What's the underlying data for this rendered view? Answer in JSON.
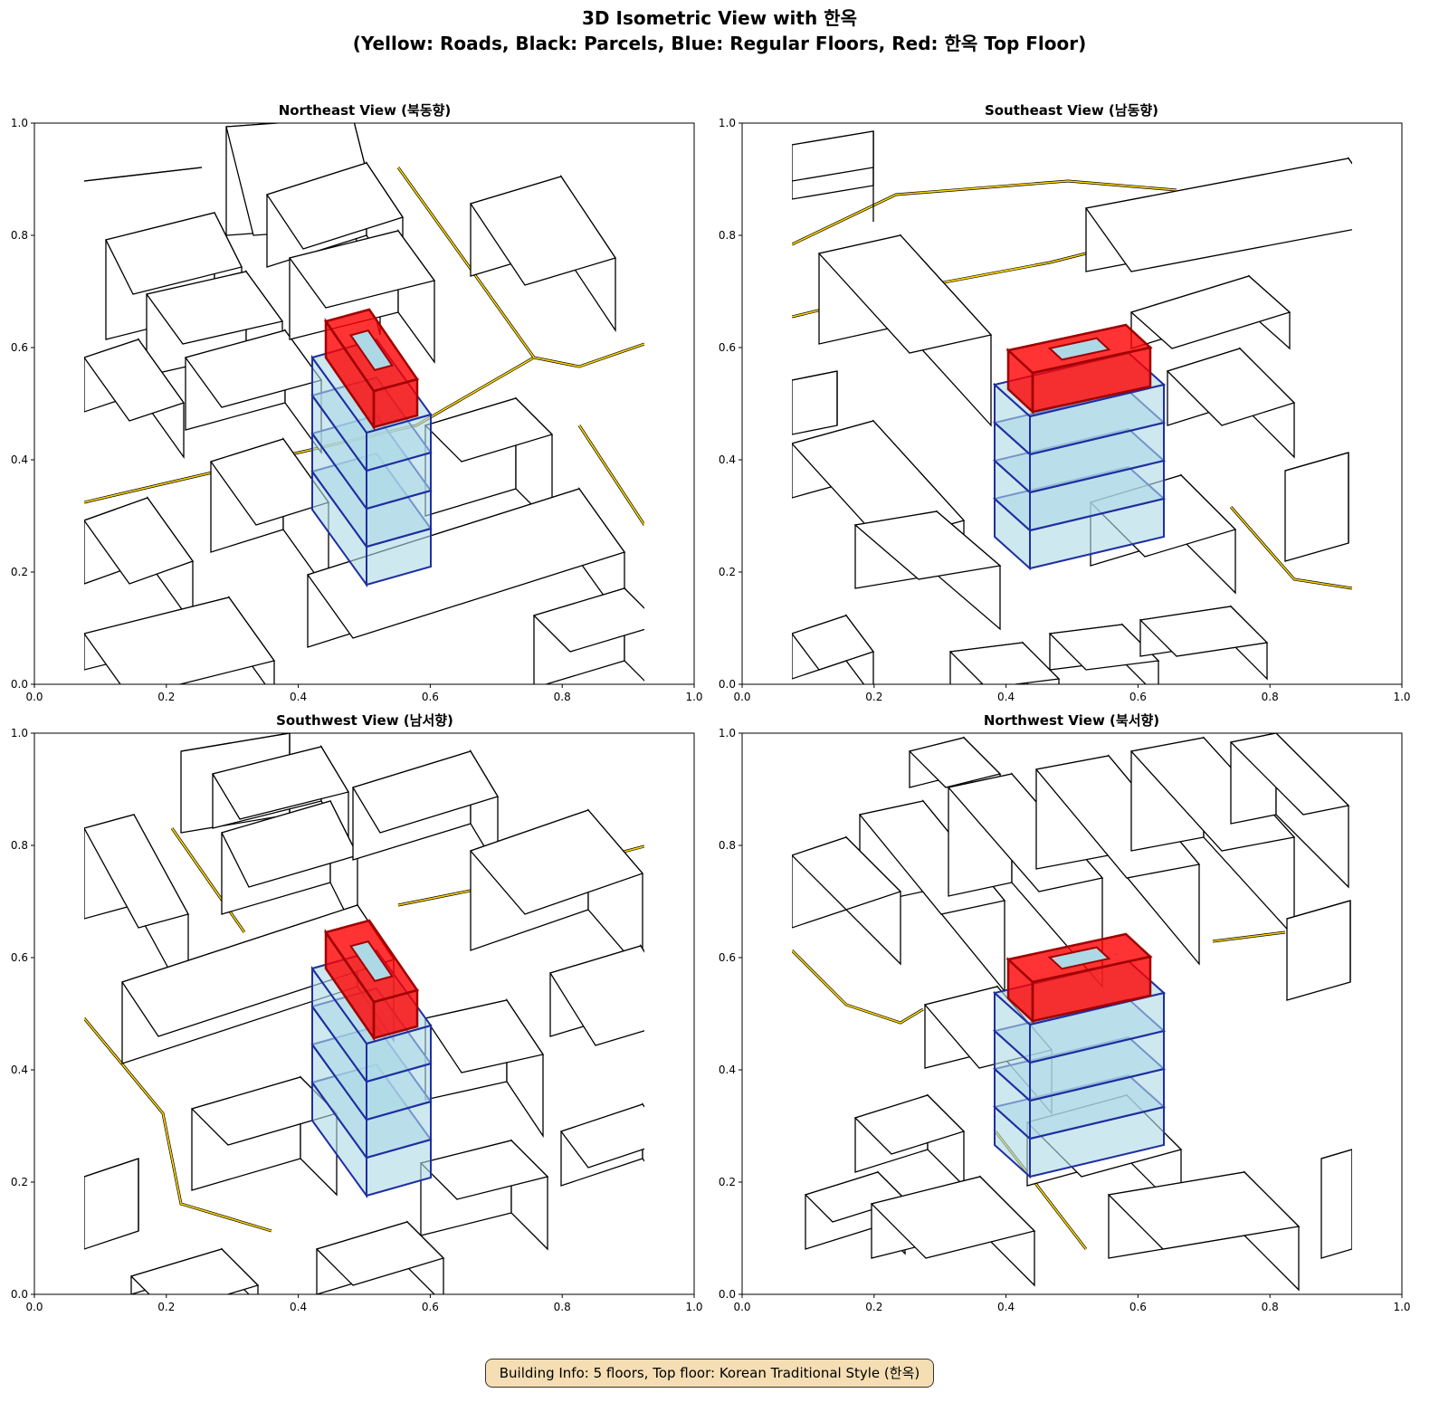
{
  "figure": {
    "title_line1": "3D Isometric View with 한옥",
    "title_line2": "(Yellow: Roads, Black: Parcels, Blue: Regular Floors, Red: 한옥 Top Floor)",
    "info_box": "Building Info: 5 floors, Top floor: Korean Traditional Style (한옥)"
  },
  "panels": [
    {
      "title": "Northeast View (북동향)"
    },
    {
      "title": "Southeast View (남동향)"
    },
    {
      "title": "Southwest View (남서향)"
    },
    {
      "title": "Northwest View (북서향)"
    }
  ],
  "axes": {
    "ticks": [
      "0.0",
      "0.2",
      "0.4",
      "0.6",
      "0.8",
      "1.0"
    ]
  },
  "building": {
    "floors": 5,
    "regular_floors": 4,
    "top_floor_style": "한옥"
  },
  "colors": {
    "roads": "#ffd700",
    "parcels": "#000000",
    "regular_floors": "#add8e6",
    "regular_floor_edges": "#1f2fa0",
    "hanok_floor": "#ff0000",
    "hanok_edges": "#a00000"
  }
}
